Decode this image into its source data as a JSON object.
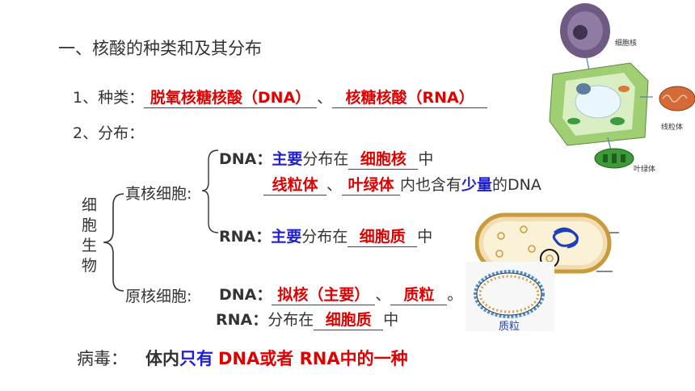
{
  "slide": {
    "heading": "一、核酸的种类和及其分布",
    "kinds": {
      "label": "1、种类：",
      "dna_answer": "脱氧核糖核酸（DNA）",
      "sep": "、",
      "rna_answer": "核糖核酸（RNA）"
    },
    "distribution": {
      "label": "2、分布："
    },
    "organisms_label": "细胞生物",
    "eukaryote": {
      "label": "真核细胞:",
      "dna_prefix": "DNA：",
      "dna_main": "主要",
      "dna_mid": "分布在",
      "dna_place": "细胞核",
      "dna_suffix": "中",
      "organelle1": "线粒体",
      "organelle_sep": "、",
      "organelle2": "叶绿体",
      "also_text": "内也含有",
      "small_amount": "少量",
      "also_suffix": "的DNA",
      "rna_prefix": "RNA：",
      "rna_main": "主要",
      "rna_mid": "分布在",
      "rna_place": "细胞质",
      "rna_suffix": "中"
    },
    "prokaryote": {
      "label": "原核细胞:",
      "dna_prefix": "DNA：",
      "dna_answer1": "拟核（主要）",
      "sep": "、",
      "dna_answer2": "质粒",
      "end": "。",
      "rna_prefix": "RNA：",
      "rna_mid": "分布在",
      "rna_place": "细胞质",
      "rna_suffix": "中"
    },
    "virus": {
      "label": "病毒：",
      "text1": "体内",
      "only": "只有",
      "text2": "DNA或者 RNA中的一种"
    },
    "images": {
      "cell_caption_nucleus": "细胞核",
      "cell_caption_mito": "线粒体",
      "cell_caption_chloro": "叶绿体",
      "plasmid_caption": "质粒"
    },
    "colors": {
      "answer": "#e00000",
      "emphasis": "#1f1fd6"
    }
  }
}
